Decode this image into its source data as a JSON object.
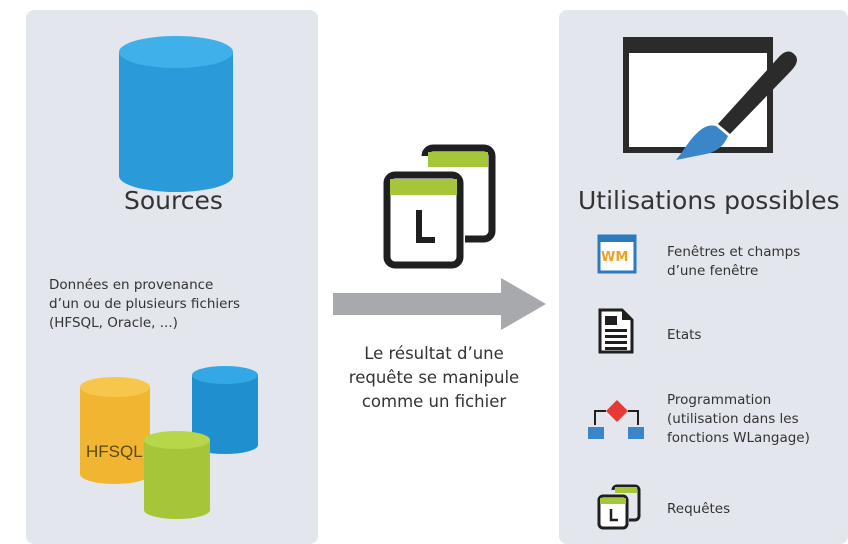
{
  "sources": {
    "title": "Sources",
    "description_lines": [
      "Données en provenance",
      "d’un ou de plusieurs fichiers",
      "(HFSQL, Oracle, ...)"
    ],
    "db_label": "HFSQL"
  },
  "middle": {
    "caption_lines": [
      "Le résultat d’une",
      "requête se manipule",
      "comme un fichier"
    ]
  },
  "uses": {
    "title": "Utilisations possibles",
    "windows_lines": [
      "Fenêtres et champs",
      "d’une fenêtre"
    ],
    "windows_icon_text": "WM",
    "reports": "Etats",
    "programming_lines": [
      "Programmation",
      "(utilisation dans les",
      "fonctions WLangage)"
    ],
    "queries": "Requêtes"
  },
  "colors": {
    "panel": "#e3e6ec",
    "db_blue": "#2a9bd8",
    "db_yellow": "#f0b631",
    "db_green": "#a6c63a",
    "arrow": "#a7a9ac",
    "window_dark": "#2b2b2b",
    "brush_blue": "#3a86c8",
    "diamond_red": "#e53935"
  }
}
